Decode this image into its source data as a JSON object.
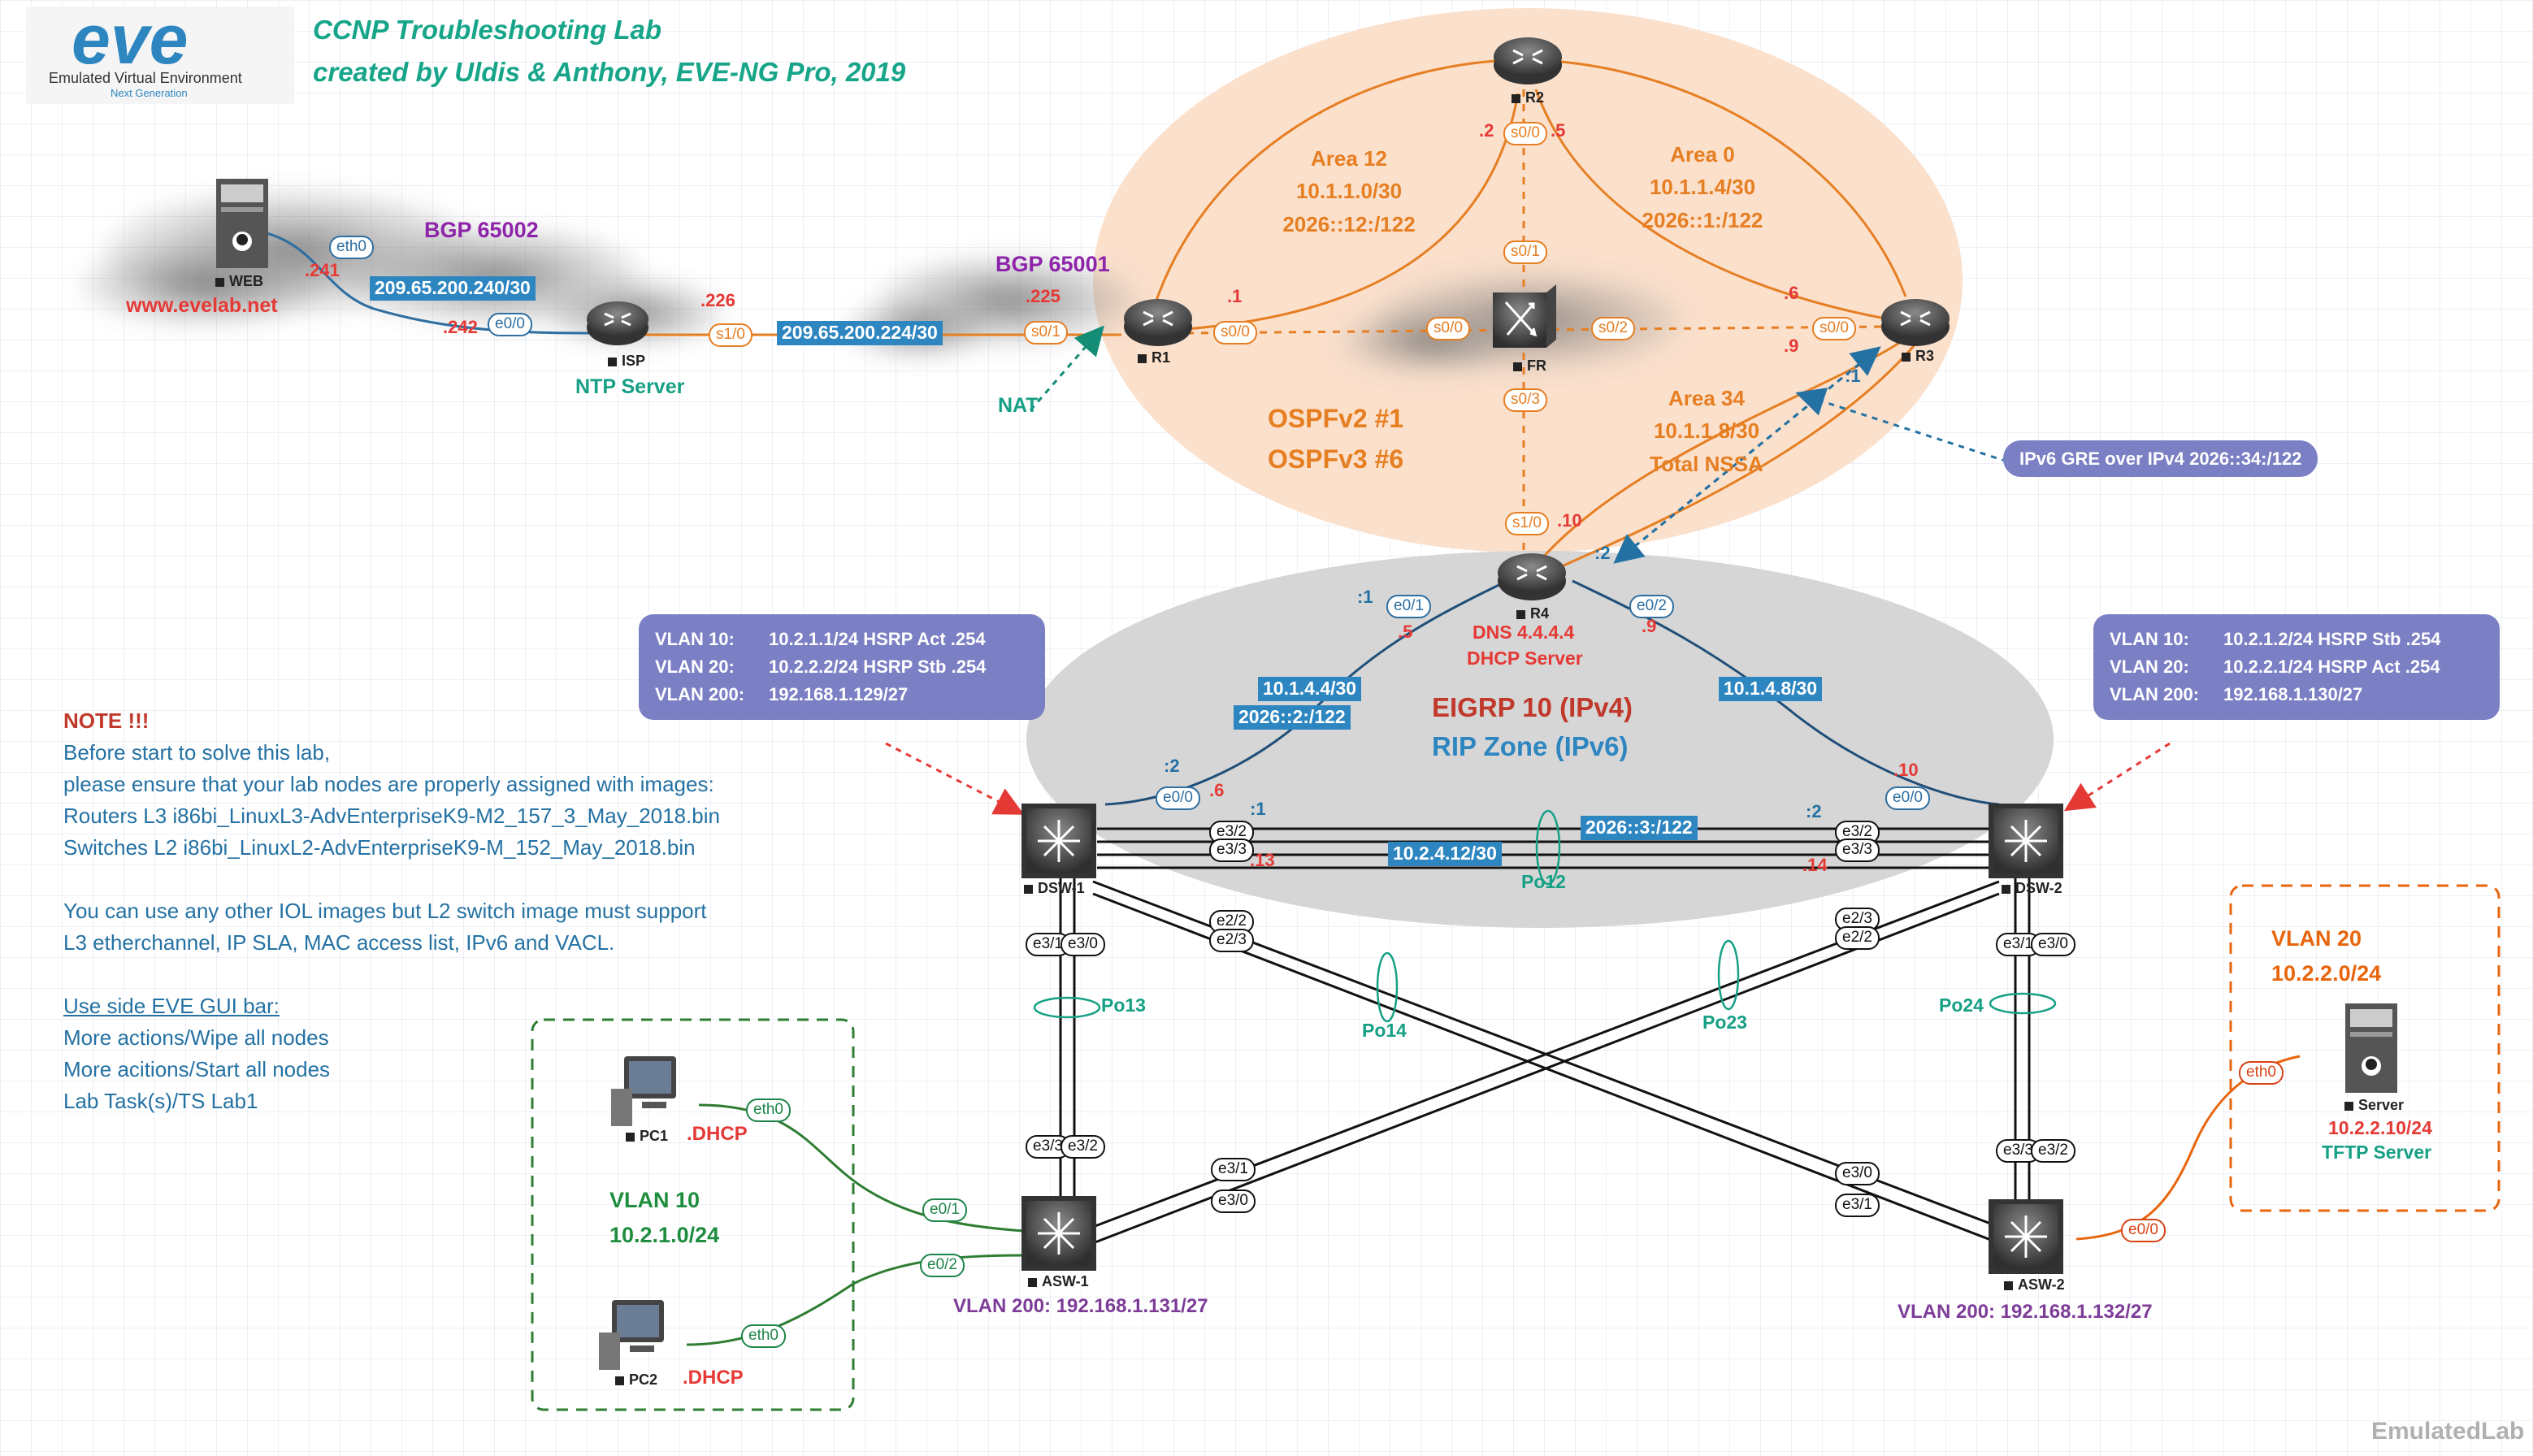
{
  "title": {
    "line1": "CCNP Troubleshooting Lab",
    "line2": "created by Uldis & Anthony, EVE-NG Pro, 2019"
  },
  "logo": {
    "mark": "eve",
    "line1": "Emulated Virtual Environment",
    "line2": "Next Generation"
  },
  "watermark": "EmulatedLab",
  "bgp": {
    "as2": "BGP  65002",
    "as1": "BGP  65001"
  },
  "web": {
    "url": "www.evelab.net"
  },
  "ntp_label": "NTP Server",
  "nat_label": "NAT",
  "ospf": {
    "line1": "OSPFv2 #1",
    "line2": "OSPFv3 #6",
    "area12": [
      "Area 12",
      "10.1.1.0/30",
      "2026::12:/122"
    ],
    "area0": [
      "Area 0",
      "10.1.1.4/30",
      "2026::1:/122"
    ],
    "area34": [
      "Area 34",
      "10.1.1.8/30",
      "Total NSSA"
    ]
  },
  "gre_label": "IPv6 GRE over IPv4 2026::34:/122",
  "r4_info": [
    "DNS 4.4.4.4",
    "DHCP Server"
  ],
  "eigrp": {
    "line1": "EIGRP 10 (IPv4)",
    "line2": "RIP Zone (IPv6)"
  },
  "nodes": {
    "web": "WEB",
    "isp": "ISP",
    "r1": "R1",
    "r2": "R2",
    "r3": "R3",
    "r4": "R4",
    "fr": "FR",
    "dsw1": "DSW-1",
    "dsw2": "DSW-2",
    "asw1": "ASW-1",
    "asw2": "ASW-2",
    "pc1": "PC1",
    "pc2": "PC2",
    "server": "Server"
  },
  "subnets": {
    "web_isp": "209.65.200.240/30",
    "isp_r1": "209.65.200.224/30",
    "r4_dsw1": "10.1.4.4/30",
    "r4_dsw1_v6": "2026::2:/122",
    "r4_dsw2": "10.1.4.8/30",
    "dsw_po12": "10.2.4.12/30",
    "dsw_po12_v6": "2026::3:/122"
  },
  "interfaces": {
    "web_eth0": "eth0",
    "isp_e00": "e0/0",
    "isp_s10": "s1/0",
    "r1_s01": "s0/1",
    "r1_s00": "s0/0",
    "r2_s00": "s0/0",
    "fr_s01": "s0/1",
    "fr_s00": "s0/0",
    "fr_s02": "s0/2",
    "fr_s03": "s0/3",
    "r3_s00": "s0/0",
    "r4_s10": "s1/0",
    "r4_e01": "e0/1",
    "r4_e02": "e0/2",
    "dsw1_e00": "e0/0",
    "dsw1_e32": "e3/2",
    "dsw1_e33": "e3/3",
    "dsw1_e22": "e2/2",
    "dsw1_e23": "e2/3",
    "dsw1_e31": "e3/1",
    "dsw1_e30": "e3/0",
    "dsw2_e00": "e0/0",
    "dsw2_e32": "e3/2",
    "dsw2_e33": "e3/3",
    "dsw2_e23": "e2/3",
    "dsw2_e22": "e2/2",
    "dsw2_e31": "e3/1",
    "dsw2_e30": "e3/0",
    "asw1_e33": "e3/3",
    "asw1_e32": "e3/2",
    "asw1_e31": "e3/1",
    "asw1_e30": "e3/0",
    "asw1_e01": "e0/1",
    "asw1_e02": "e0/2",
    "asw2_e33": "e3/3",
    "asw2_e32": "e3/2",
    "asw2_e30": "e3/0",
    "asw2_e31": "e3/1",
    "asw2_e00": "e0/0",
    "pc1_eth0": "eth0",
    "pc2_eth0": "eth0",
    "server_eth0": "eth0"
  },
  "addr": {
    "web": ".241",
    "isp_web": ".242",
    "isp_r1": ".226",
    "r1_isp": ".225",
    "r1_fr": ".1",
    "r2_a": ".2",
    "r2_b": ".5",
    "r3_a": ".6",
    "r3_b": ".9",
    "r3_gre": ":1",
    "r4_a": ".10",
    "r4_gre": ":2",
    "r4_d1_v6": ":1",
    "r4_d1": ".5",
    "r4_d2": ".9",
    "dsw1_up_v6": ":2",
    "dsw1_up": ".6",
    "dsw1_po_v6": ":1",
    "dsw1_po": ".13",
    "dsw2_up": ".10",
    "dsw2_po_v6": ":2",
    "dsw2_po": ".14"
  },
  "portchannels": {
    "po12": "Po12",
    "po13": "Po13",
    "po14": "Po14",
    "po23": "Po23",
    "po24": "Po24"
  },
  "vlan_left": [
    [
      "VLAN 10:",
      "10.2.1.1/24 HSRP Act .254"
    ],
    [
      "VLAN 20:",
      "10.2.2.2/24 HSRP Stb .254"
    ],
    [
      "VLAN 200:",
      "192.168.1.129/27"
    ]
  ],
  "vlan_right": [
    [
      "VLAN 10:",
      "10.2.1.2/24 HSRP Stb .254"
    ],
    [
      "VLAN 20:",
      "10.2.2.1/24 HSRP Act .254"
    ],
    [
      "VLAN 200:",
      "192.168.1.130/27"
    ]
  ],
  "note": {
    "header": "NOTE !!!",
    "lines": [
      "Before start to solve this lab,",
      "please ensure that your lab nodes are properly assigned with images:",
      "Routers L3 i86bi_LinuxL3-AdvEnterpriseK9-M2_157_3_May_2018.bin",
      "Switches L2 i86bi_LinuxL2-AdvEnterpriseK9-M_152_May_2018.bin"
    ],
    "support": [
      "You can use any other IOL images but L2 switch image must support",
      "L3 etherchannel, IP SLA, MAC access list, IPv6  and VACL."
    ],
    "gui_hdr": "Use side EVE GUI bar:",
    "gui": [
      "More actions/Wipe all nodes",
      "More acitions/Start all nodes",
      "Lab Task(s)/TS Lab1"
    ]
  },
  "vlan10": {
    "name": "VLAN 10",
    "net": "10.2.1.0/24"
  },
  "vlan20": {
    "name": "VLAN 20",
    "net": "10.2.2.0/24"
  },
  "dhcp": ".DHCP",
  "server_info": {
    "ip": "10.2.2.10/24",
    "role": "TFTP Server"
  },
  "asw1_vlan": "VLAN 200:  192.168.1.131/27",
  "asw2_vlan": "VLAN 200:  192.168.1.132/27",
  "colors": {
    "ospf_bg": "#fbe3d3",
    "eigrp_bg": "#d8d8d8",
    "accent_teal": "#17a589",
    "bgp": "#8e24aa",
    "address_red": "#e53935",
    "ospf_orange": "#e67e22",
    "vlan_box": "#7b7fc4",
    "subnet_blue": "#2e86c1"
  }
}
